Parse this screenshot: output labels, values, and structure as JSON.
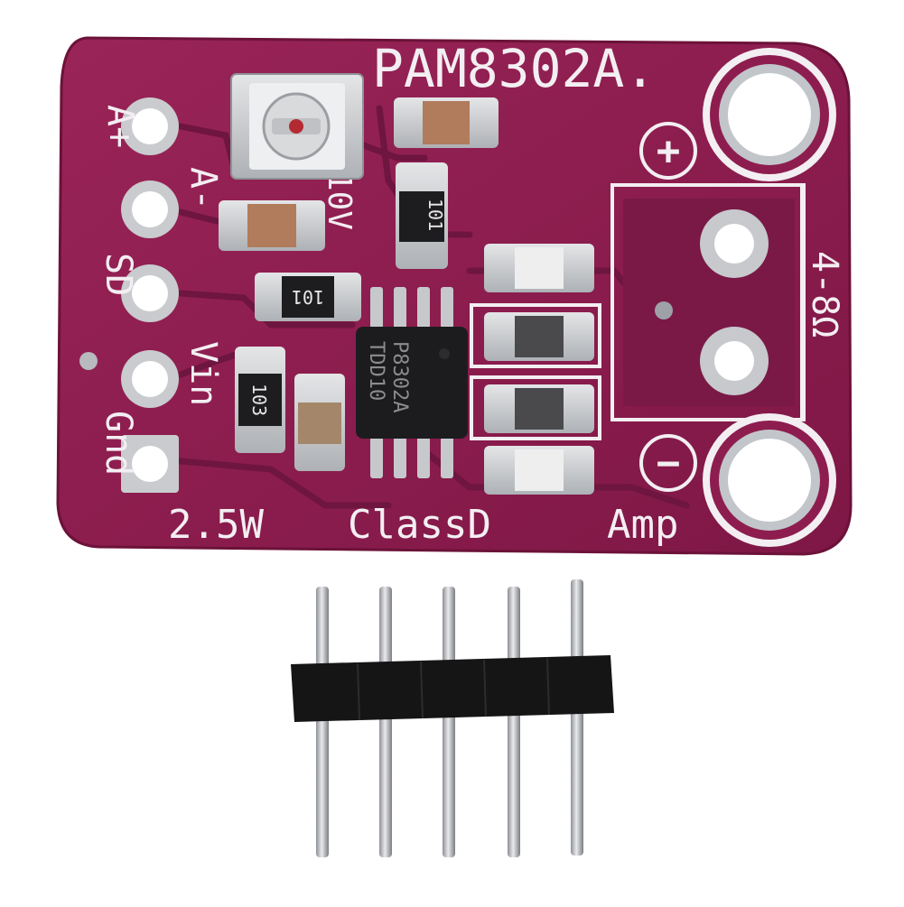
{
  "board": {
    "chip_name": "PAM8302A.",
    "footer": {
      "power": "2.5W",
      "class": "ClassD",
      "type": "Amp"
    },
    "pins": [
      "A+",
      "A-",
      "SD",
      "Vin",
      "Gnd"
    ],
    "gain_label": "10V",
    "speaker_impedance": "4-8Ω",
    "plus_symbol": "+",
    "minus_symbol": "−"
  },
  "components": {
    "resistor_a": "101",
    "resistor_b": "101",
    "resistor_c": "103",
    "ic_line1": "P8302A",
    "ic_line2": "TDD10"
  },
  "colors": {
    "pcb": "#8d1d4f",
    "silkscreen": "#f3eef2",
    "pad": "#cfd1d3",
    "header_plastic": "#151515"
  }
}
